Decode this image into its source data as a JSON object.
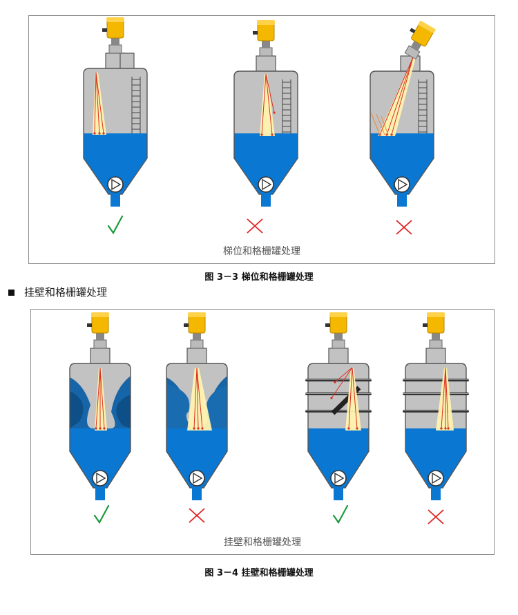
{
  "figure1": {
    "panel_label": "梯位和格栅罐处理",
    "caption": "图 3－3 梯位和格栅罐处理",
    "marks": [
      "check",
      "cross",
      "cross"
    ]
  },
  "section": {
    "heading": "挂壁和格栅罐处理"
  },
  "figure2": {
    "panel_label": "挂壁和格栅罐处理",
    "caption": "图 3－4 挂壁和格栅罐处理",
    "marks": [
      "check",
      "cross",
      "check",
      "cross"
    ]
  },
  "colors": {
    "sensor_yellow": "#f5b800",
    "liquid_blue": "#0a78d2",
    "tank_gray": "#c2c2c2",
    "beam_yellow": "#fff3b0",
    "check_green": "#1a9a3a",
    "cross_red": "#e02020"
  },
  "icons": [
    "radar-level-sensor-icon",
    "pump-icon",
    "check-icon",
    "cross-icon"
  ]
}
